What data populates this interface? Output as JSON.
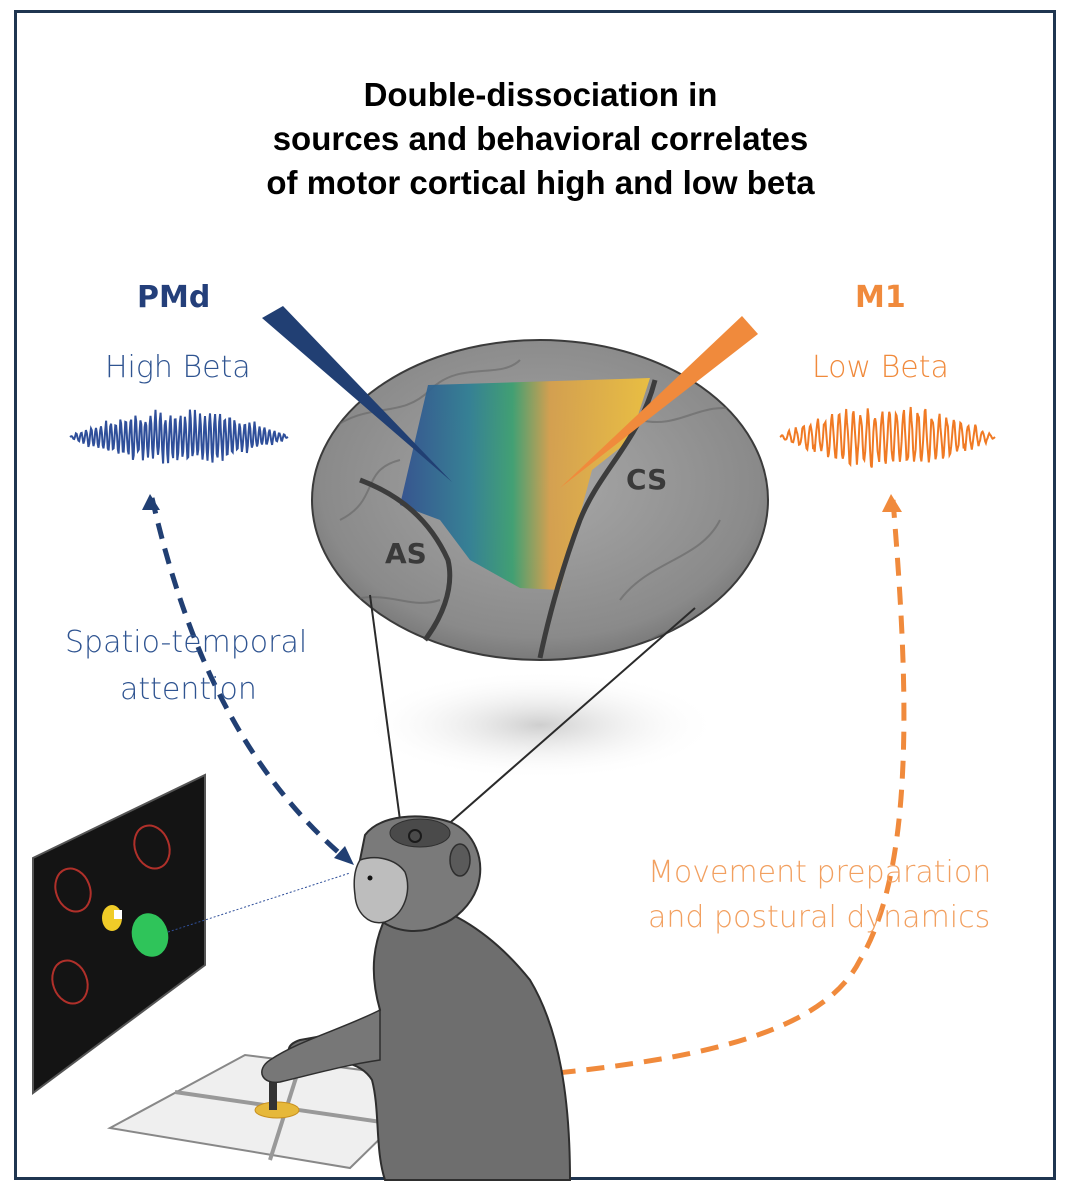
{
  "title": {
    "line1": "Double-dissociation in",
    "line2": "sources and behavioral correlates",
    "line3": "of motor cortical high and low beta"
  },
  "left": {
    "region": "PMd",
    "band": "High Beta",
    "correlate_line1": "Spatio-temporal",
    "correlate_line2": "attention",
    "color": "#2f5491"
  },
  "right": {
    "region": "M1",
    "band": "Low Beta",
    "correlate_line1": "Movement preparation",
    "correlate_line2": "and postural dynamics",
    "color": "#f08a3c"
  },
  "brain_labels": {
    "arcuate": "AS",
    "central": "CS"
  },
  "icons": [
    "pmd-electrode-icon",
    "m1-electrode-icon",
    "monkey-icon",
    "task-screen-icon",
    "touchpad-icon",
    "brain-magnifier-icon"
  ]
}
